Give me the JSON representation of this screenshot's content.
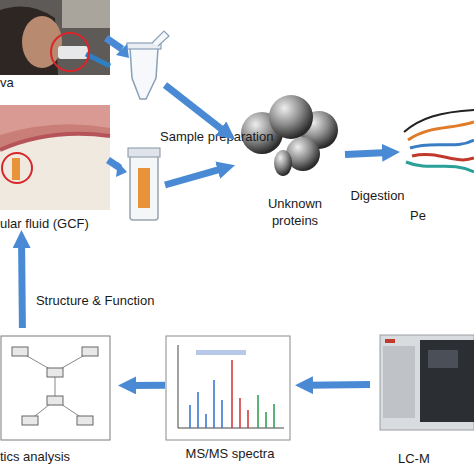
{
  "diagram": {
    "nodes": [
      {
        "text": [
          "va"
        ]
      },
      {
        "text": [
          "ular fluid (GCF)"
        ]
      },
      {
        "text": [
          "Unknown proteins"
        ]
      },
      {
        "text": [
          "Pe"
        ]
      },
      {
        "text": [
          "LC-M"
        ]
      },
      {
        "text": [
          "MS/MS spectra"
        ]
      },
      {
        "text": [
          "tics analysis"
        ]
      }
    ],
    "edges": [
      {
        "from": 0,
        "to": 2,
        "arrow": "to"
      },
      {
        "from": 1,
        "to": 2,
        "arrow": "to"
      },
      {
        "from": 2,
        "to": 3,
        "arrow": "to",
        "label": "Digestion"
      },
      {
        "from": 4,
        "to": 5,
        "arrow": "to"
      },
      {
        "from": 5,
        "to": 6,
        "arrow": "to"
      },
      {
        "from": 6,
        "to": 1,
        "arrow": "to",
        "label": "Structure & Function"
      }
    ],
    "labels": [
      "Sample preparation"
    ]
  }
}
